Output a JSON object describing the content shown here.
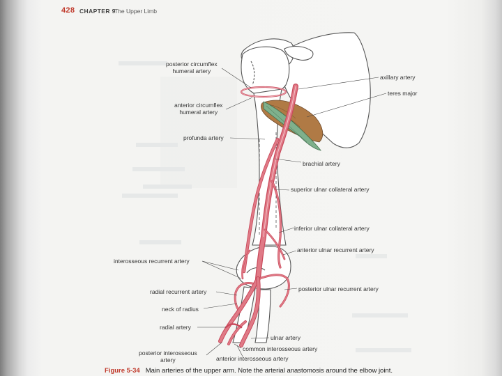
{
  "header": {
    "page_number": "428",
    "chapter": "CHAPTER 9",
    "section": "The Upper Limb"
  },
  "figure": {
    "labels": {
      "posterior_circumflex_line1": "posterior circumflex",
      "posterior_circumflex_line2": "humeral artery",
      "anterior_circumflex_line1": "anterior circumflex",
      "anterior_circumflex_line2": "humeral artery",
      "profunda": "profunda artery",
      "interosseous_recurrent": "interosseous recurrent artery",
      "radial_recurrent": "radial recurrent artery",
      "neck_of_radius": "neck of radius",
      "radial": "radial artery",
      "posterior_interosseous_line1": "posterior interosseous",
      "posterior_interosseous_line2": "artery",
      "axillary": "axillary artery",
      "teres_major": "teres major",
      "brachial": "brachial artery",
      "superior_ulnar_collateral": "superior ulnar collateral artery",
      "inferior_ulnar_collateral": "inferior ulnar collateral artery",
      "anterior_ulnar_recurrent": "anterior ulnar recurrent artery",
      "posterior_ulnar_recurrent": "posterior ulnar recurrent artery",
      "ulnar": "ulnar artery",
      "common_interosseous": "common interosseous artery",
      "anterior_interosseous": "anterior interosseous artery"
    }
  },
  "caption": {
    "figure_number": "Figure 5-34",
    "text": "Main arteries of the upper arm. Note the arterial anastomosis around the elbow joint."
  },
  "colors": {
    "artery": "#e07a86",
    "artery_dark": "#c94a5c",
    "muscle_brown": "#b07a45",
    "muscle_green": "#7fb08c",
    "bone_outline": "#555555",
    "accent": "#c0392b"
  }
}
